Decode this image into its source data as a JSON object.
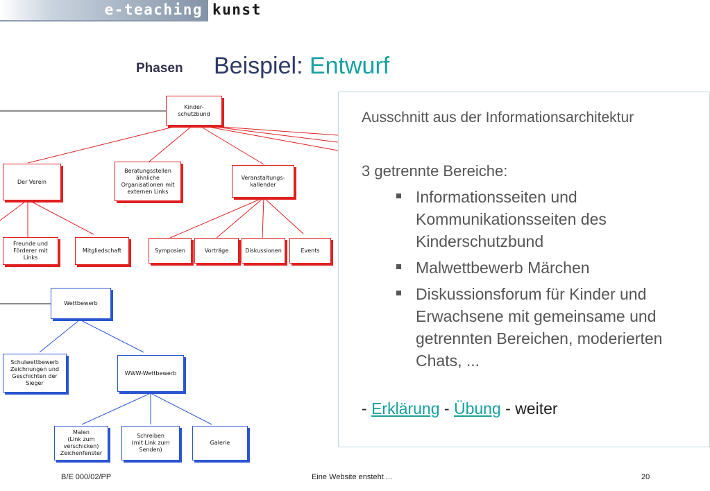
{
  "header": {
    "logo_left": "e-teaching",
    "logo_right": "kunst"
  },
  "section_label": "Phasen",
  "title": {
    "prefix": "Beispiel:",
    "accent": "Entwurf",
    "accent_color": "#16a0a0"
  },
  "diagram": {
    "red_color": "#e02020",
    "blue_color": "#2a55d0",
    "red_boxes": {
      "root": "Kinder-\nschutzbund",
      "verein": "Der Verein",
      "beratung": "Beratungsstellen\nähnliche\nOrganisationen mit\nexternen Links",
      "veranstaltung": "Veranstaltungs-\nkallender",
      "freunde": "Freunde und\nFörderer mit\nLinks",
      "mitglied": "Mitgliedschaft",
      "symposien": "Symposien",
      "vortraege": "Vorträge",
      "diskussionen": "Diskussionen",
      "events": "Events"
    },
    "blue_boxes": {
      "wettbewerb": "Wettbewerb",
      "schul": "Schulwettbewerb\nZeichnungen und\nGeschichten der\nSieger",
      "www": "WWW-Wettbewerb",
      "malen": "Malen\n(Link zum\nverschicken)\nZeichenfenster",
      "schreiben": "Schreiben\n(mit Link zum\nSenden)",
      "galerie": "Galerie"
    }
  },
  "panel": {
    "intro": "Ausschnitt aus der Informationsarchitektur",
    "subheading": "3 getrennte Bereiche:",
    "bullets": [
      "Informationsseiten und Kommunikationsseiten des Kinderschutzbund",
      "Malwettbewerb Märchen",
      "Diskussionsforum für Kinder und Erwachsene mit gemeinsame und getrennten Bereichen, moderierten Chats, ..."
    ],
    "nav": {
      "sep1": "- ",
      "link1": "Erklärung",
      "sep2": " - ",
      "link2": "Übung",
      "sep3": " - ",
      "tail": "weiter"
    }
  },
  "footer": {
    "left": "B/E 000/02/PP",
    "center": "Eine Website ensteht ...",
    "page": "20"
  }
}
